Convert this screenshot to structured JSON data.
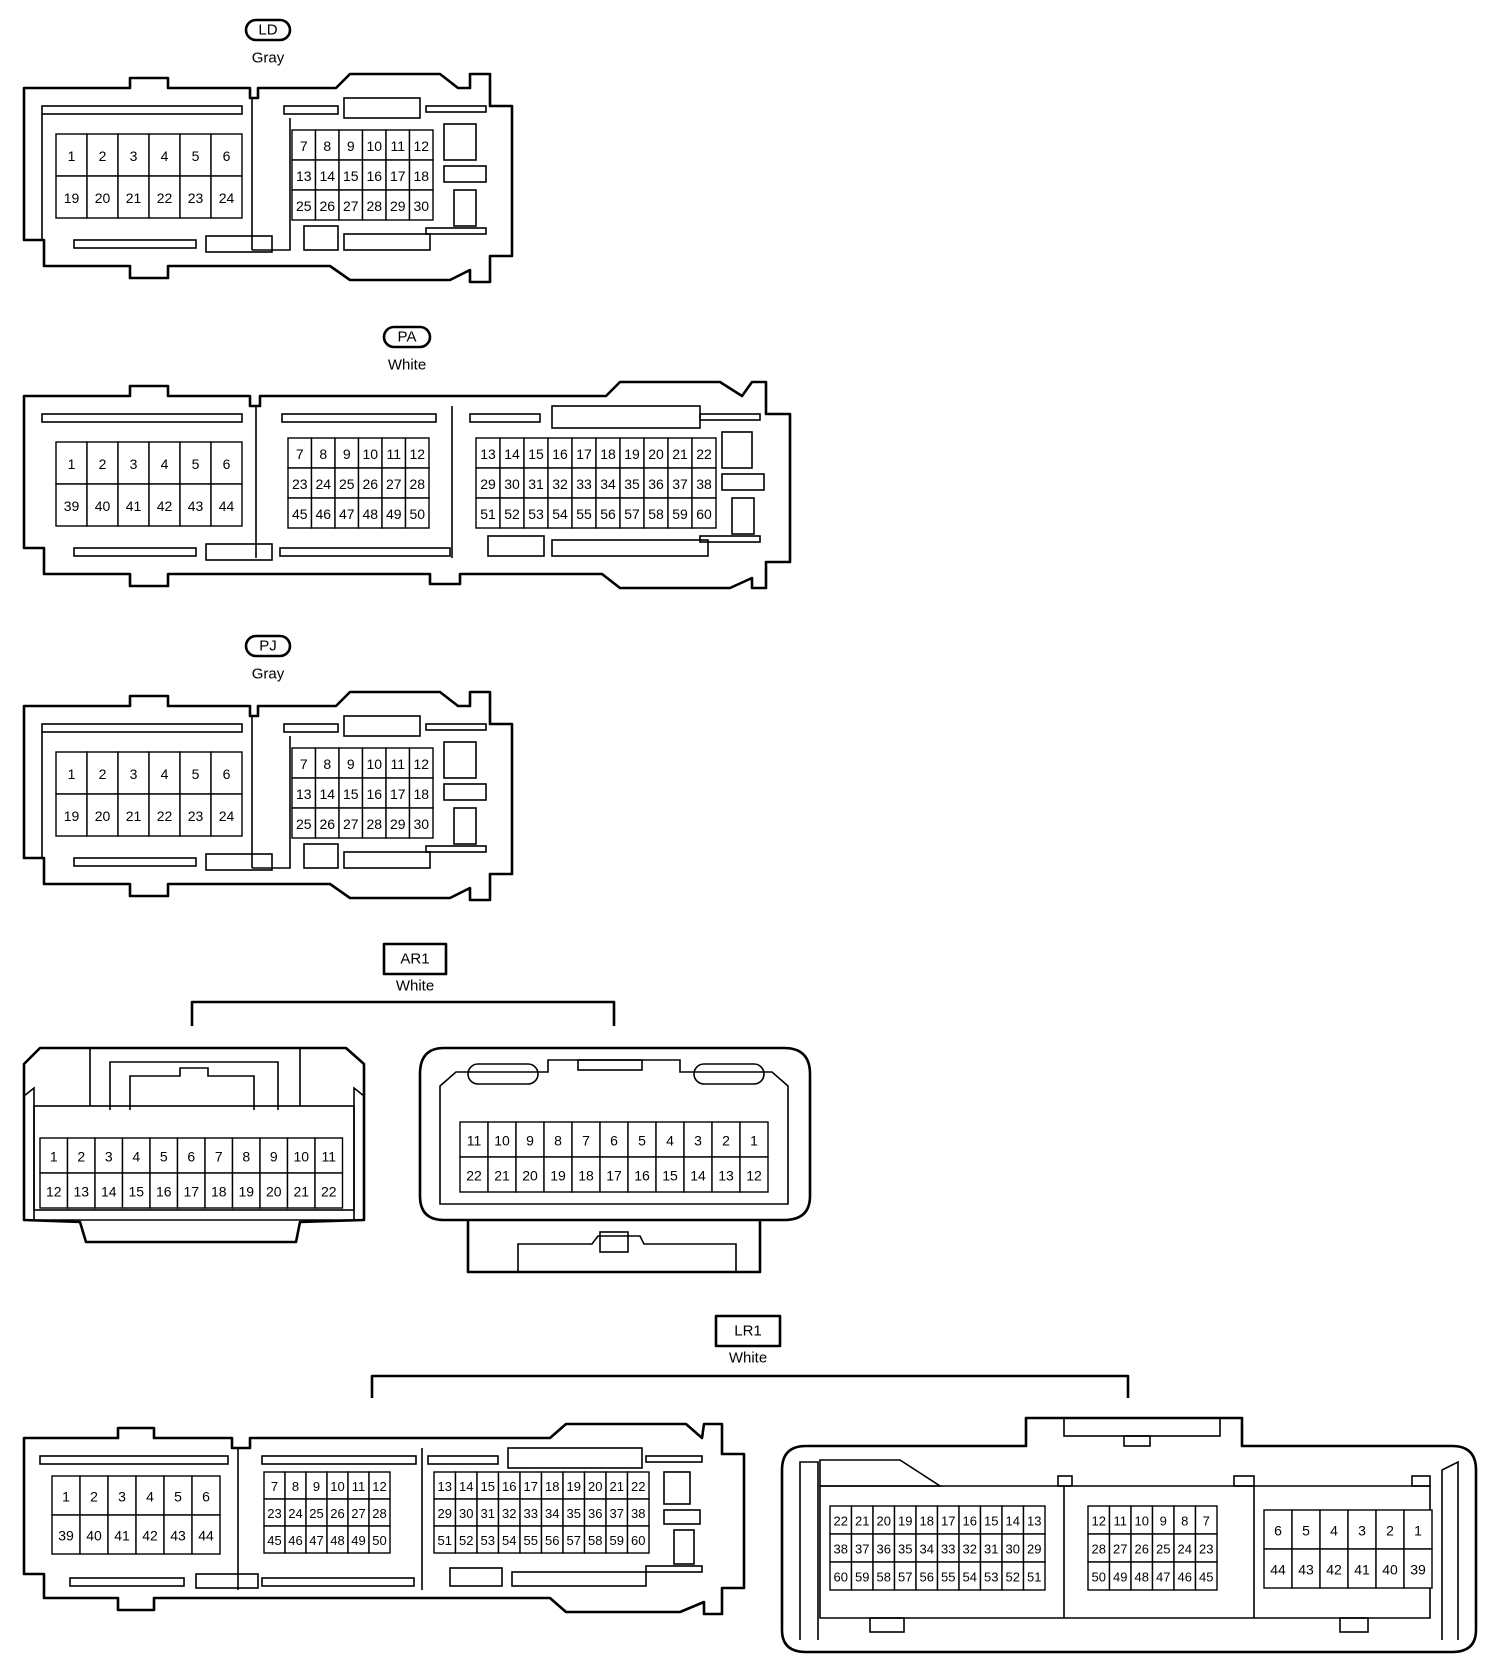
{
  "connectors": [
    {
      "id": "LD",
      "label": "LD",
      "color": "Gray",
      "label_shape": "rounded",
      "blocks": [
        [
          [
            "1",
            "2",
            "3",
            "4",
            "5",
            "6"
          ],
          [
            "19",
            "20",
            "21",
            "22",
            "23",
            "24"
          ]
        ],
        [
          [
            "7",
            "8",
            "9",
            "10",
            "11",
            "12"
          ],
          [
            "13",
            "14",
            "15",
            "16",
            "17",
            "18"
          ],
          [
            "25",
            "26",
            "27",
            "28",
            "29",
            "30"
          ]
        ]
      ]
    },
    {
      "id": "PA",
      "label": "PA",
      "color": "White",
      "label_shape": "rounded",
      "blocks": [
        [
          [
            "1",
            "2",
            "3",
            "4",
            "5",
            "6"
          ],
          [
            "39",
            "40",
            "41",
            "42",
            "43",
            "44"
          ]
        ],
        [
          [
            "7",
            "8",
            "9",
            "10",
            "11",
            "12"
          ],
          [
            "23",
            "24",
            "25",
            "26",
            "27",
            "28"
          ],
          [
            "45",
            "46",
            "47",
            "48",
            "49",
            "50"
          ]
        ],
        [
          [
            "13",
            "14",
            "15",
            "16",
            "17",
            "18",
            "19",
            "20",
            "21",
            "22"
          ],
          [
            "29",
            "30",
            "31",
            "32",
            "33",
            "34",
            "35",
            "36",
            "37",
            "38"
          ],
          [
            "51",
            "52",
            "53",
            "54",
            "55",
            "56",
            "57",
            "58",
            "59",
            "60"
          ]
        ]
      ]
    },
    {
      "id": "PJ",
      "label": "PJ",
      "color": "Gray",
      "label_shape": "rounded",
      "blocks": [
        [
          [
            "1",
            "2",
            "3",
            "4",
            "5",
            "6"
          ],
          [
            "19",
            "20",
            "21",
            "22",
            "23",
            "24"
          ]
        ],
        [
          [
            "7",
            "8",
            "9",
            "10",
            "11",
            "12"
          ],
          [
            "13",
            "14",
            "15",
            "16",
            "17",
            "18"
          ],
          [
            "25",
            "26",
            "27",
            "28",
            "29",
            "30"
          ]
        ]
      ]
    },
    {
      "id": "AR1",
      "label": "AR1",
      "color": "White",
      "label_shape": "box",
      "blocks": [
        [
          [
            "1",
            "2",
            "3",
            "4",
            "5",
            "6",
            "7",
            "8",
            "9",
            "10",
            "11"
          ],
          [
            "12",
            "13",
            "14",
            "15",
            "16",
            "17",
            "18",
            "19",
            "20",
            "21",
            "22"
          ]
        ],
        [
          [
            "11",
            "10",
            "9",
            "8",
            "7",
            "6",
            "5",
            "4",
            "3",
            "2",
            "1"
          ],
          [
            "22",
            "21",
            "20",
            "19",
            "18",
            "17",
            "16",
            "15",
            "14",
            "13",
            "12"
          ]
        ]
      ]
    },
    {
      "id": "LR1",
      "label": "LR1",
      "color": "White",
      "label_shape": "box",
      "blocks": [
        [
          [
            "1",
            "2",
            "3",
            "4",
            "5",
            "6"
          ],
          [
            "39",
            "40",
            "41",
            "42",
            "43",
            "44"
          ]
        ],
        [
          [
            "7",
            "8",
            "9",
            "10",
            "11",
            "12"
          ],
          [
            "23",
            "24",
            "25",
            "26",
            "27",
            "28"
          ],
          [
            "45",
            "46",
            "47",
            "48",
            "49",
            "50"
          ]
        ],
        [
          [
            "13",
            "14",
            "15",
            "16",
            "17",
            "18",
            "19",
            "20",
            "21",
            "22"
          ],
          [
            "29",
            "30",
            "31",
            "32",
            "33",
            "34",
            "35",
            "36",
            "37",
            "38"
          ],
          [
            "51",
            "52",
            "53",
            "54",
            "55",
            "56",
            "57",
            "58",
            "59",
            "60"
          ]
        ],
        [
          [
            "22",
            "21",
            "20",
            "19",
            "18",
            "17",
            "16",
            "15",
            "14",
            "13"
          ],
          [
            "38",
            "37",
            "36",
            "35",
            "34",
            "33",
            "32",
            "31",
            "30",
            "29"
          ],
          [
            "60",
            "59",
            "58",
            "57",
            "56",
            "55",
            "54",
            "53",
            "52",
            "51"
          ]
        ],
        [
          [
            "12",
            "11",
            "10",
            "9",
            "8",
            "7"
          ],
          [
            "28",
            "27",
            "26",
            "25",
            "24",
            "23"
          ],
          [
            "50",
            "49",
            "48",
            "47",
            "46",
            "45"
          ]
        ],
        [
          [
            "6",
            "5",
            "4",
            "3",
            "2",
            "1"
          ],
          [
            "44",
            "43",
            "42",
            "41",
            "40",
            "39"
          ]
        ]
      ]
    }
  ]
}
